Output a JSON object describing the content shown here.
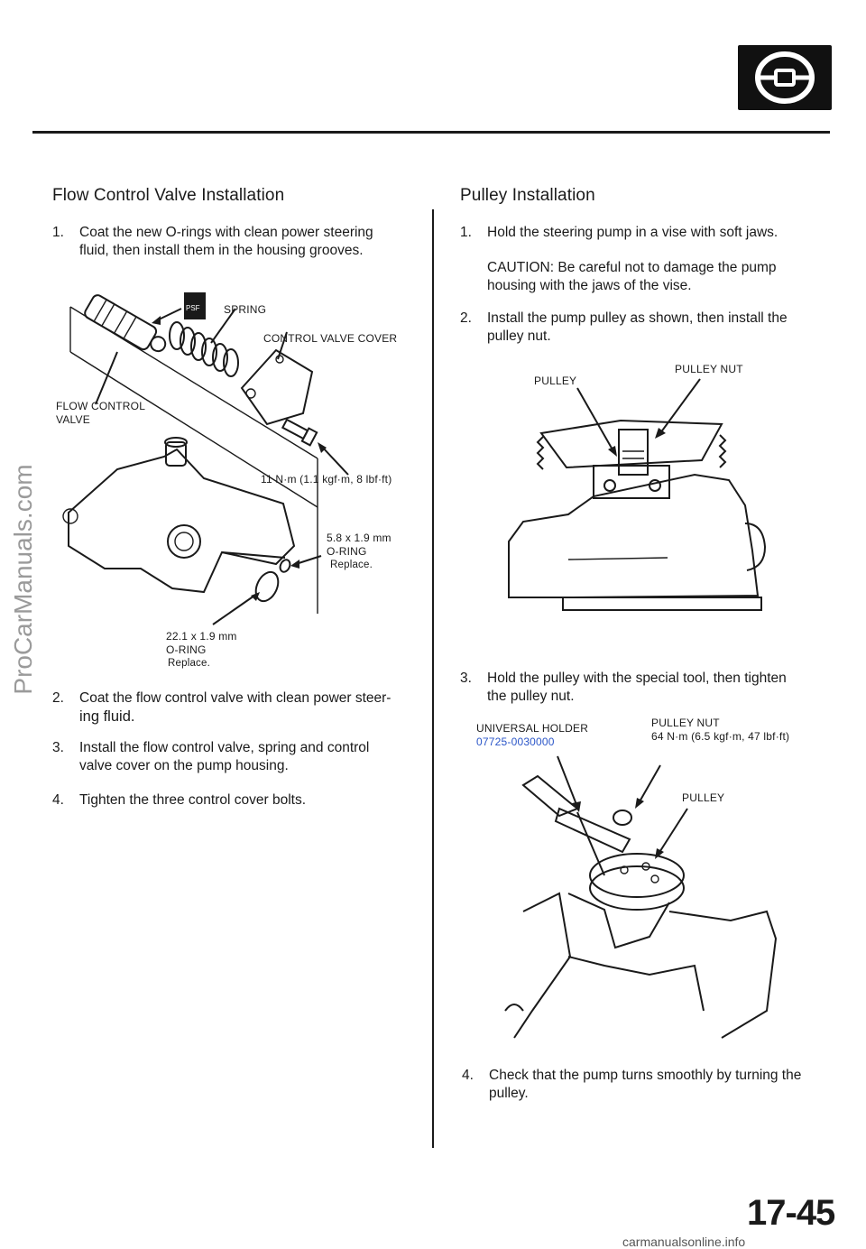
{
  "page": {
    "watermark": "ProCarManuals.com",
    "page_number": "17-45",
    "footer": "carmanualsonline.info",
    "header_icon": "steering-wheel-icon"
  },
  "left": {
    "title": "Flow Control Valve Installation",
    "steps": [
      {
        "num": "1.",
        "line1": "Coat the new O-rings with clean power steering",
        "line2": "fluid, then install them in the housing grooves."
      },
      {
        "num": "2.",
        "line1": "Coat the flow control valve with clean power steer-",
        "line2": "ing fluid."
      },
      {
        "num": "3.",
        "line1": "Install the flow control valve, spring and control",
        "line2": "valve cover on the pump housing."
      },
      {
        "num": "4.",
        "line1": "Tighten the three control cover bolts.",
        "line2": ""
      }
    ],
    "figure": {
      "psf_badge": "PSF",
      "spring": "SPRING",
      "cover": "CONTROL VALVE COVER",
      "valve_line1": "FLOW CONTROL",
      "valve_line2": "VALVE",
      "torque": "11 N·m (1.1 kgf·m, 8 lbf·ft)",
      "oring_small_size": "5.8 x 1.9 mm",
      "oring_small_name": "O-RING",
      "oring_small_note": "Replace.",
      "oring_large_size": "22.1 x 1.9 mm",
      "oring_large_name": "O-RING",
      "oring_large_note": "Replace."
    }
  },
  "right": {
    "title": "Pulley Installation",
    "step1": {
      "num": "1.",
      "text": "Hold the steering pump in a vise with soft jaws."
    },
    "caution_line1": "CAUTION: Be careful not to damage the pump",
    "caution_line2": "housing with the jaws of the vise.",
    "step2": {
      "num": "2.",
      "line1": "Install the pump pulley as shown, then install the",
      "line2": "pulley nut."
    },
    "fig1": {
      "pulley": "PULLEY",
      "pulley_nut": "PULLEY NUT"
    },
    "step3": {
      "num": "3.",
      "line1": "Hold the pulley with the special tool, then tighten",
      "line2": "the pulley nut."
    },
    "fig2": {
      "holder": "UNIVERSAL HOLDER",
      "holder_part": "07725-0030000",
      "nut": "PULLEY NUT",
      "nut_torque": "64 N·m (6.5 kgf·m, 47 lbf·ft)",
      "pulley": "PULLEY"
    },
    "step4": {
      "num": "4.",
      "line1": "Check that the pump turns smoothly by turning the",
      "line2": "pulley."
    }
  },
  "colors": {
    "ink": "#1a1a1a",
    "part_number_blue": "#2a55c8",
    "watermark_gray": "#9a9a9a"
  }
}
